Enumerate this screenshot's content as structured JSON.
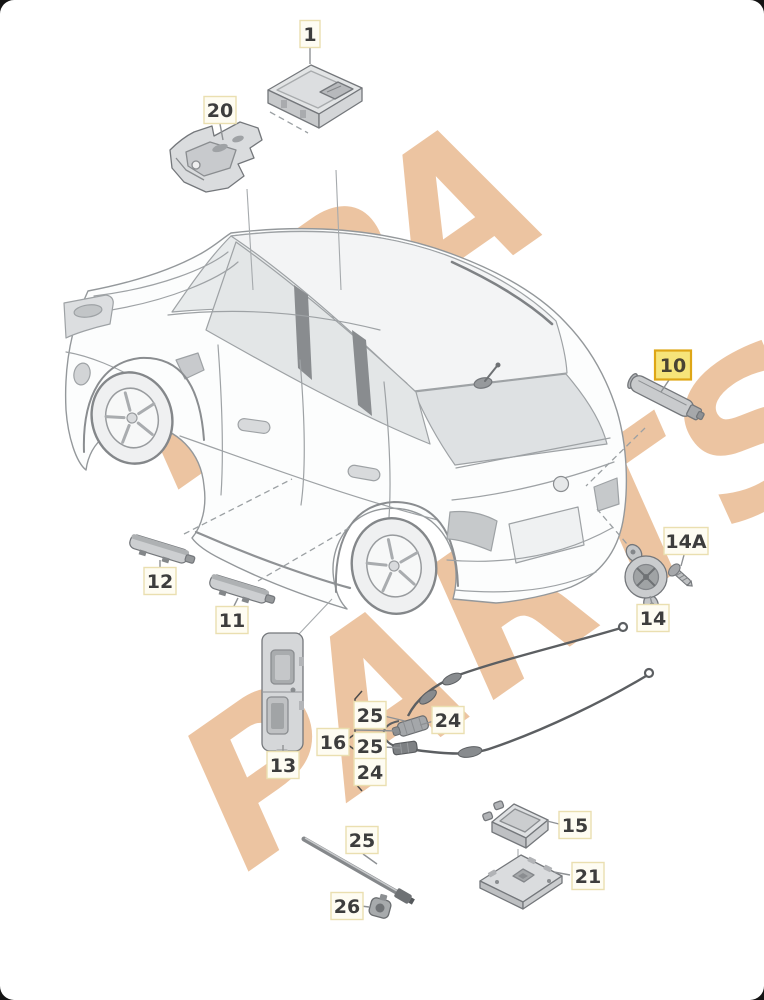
{
  "diagram": {
    "watermark": {
      "line1": "DPA",
      "line2": "PARTS",
      "color": "#DD9555"
    },
    "colors": {
      "callout_background": "#FEFCF2",
      "callout_border": "#EADFB0",
      "callout_text": "#3D3D3D",
      "highlight_background": "#F6E47A",
      "highlight_border": "#DEA616",
      "line_art": "#9EA2A5",
      "watermark": "#DD9555"
    },
    "highlighted_callout": "10",
    "callouts": {
      "part1": "1",
      "part20": "20",
      "part10": "10",
      "part12": "12",
      "part11": "11",
      "part13": "13",
      "part14": "14",
      "part14a": "14A",
      "part16": "16",
      "part25_top": "25",
      "part25_mid": "25",
      "part24_group": "24",
      "part24_side": "24",
      "part25_mast": "25",
      "part26": "26",
      "part15": "15",
      "part21": "21"
    }
  }
}
